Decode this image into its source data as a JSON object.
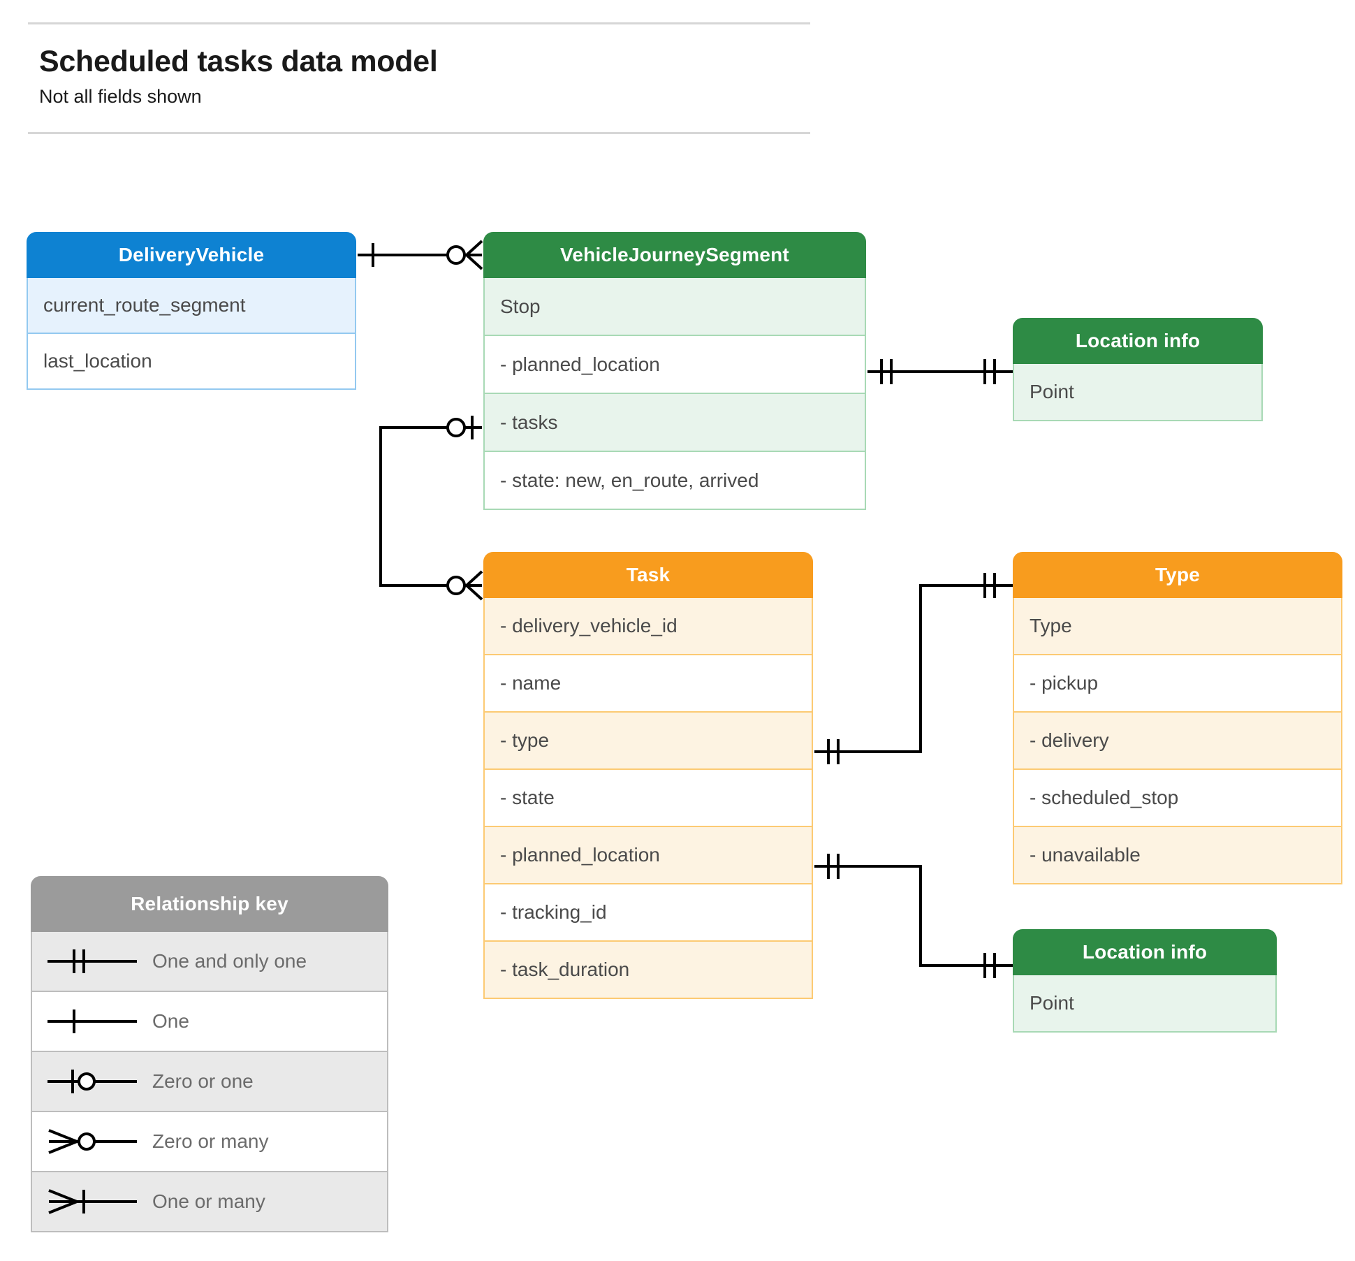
{
  "header": {
    "title": "Scheduled tasks data model",
    "subtitle": "Not all fields shown"
  },
  "colors": {
    "blue_header": "#0e82d2",
    "blue_row_alt": "#e6f2fd",
    "blue_border": "#93c9f0",
    "green_header": "#2e8b45",
    "green_row_alt": "#e8f4ec",
    "green_border": "#a8d9b5",
    "orange_header": "#f89c1e",
    "orange_row_alt": "#fdf3e2",
    "orange_border": "#fcca73",
    "grey_header": "#9b9b9b",
    "grey_row_alt": "#e9e9e9",
    "grey_border": "#bdbdbd",
    "connector": "#000000",
    "text_body": "#4a4a4a",
    "text_title": "#1a1a1a",
    "rule": "#d6d6d6"
  },
  "entities": {
    "delivery_vehicle": {
      "title": "DeliveryVehicle",
      "rows": [
        "current_route_segment",
        "last_location"
      ]
    },
    "vehicle_journey_segment": {
      "title": "VehicleJourneySegment",
      "rows": [
        "Stop",
        "-  planned_location",
        "- tasks",
        "- state: new, en_route, arrived"
      ]
    },
    "location_info_top": {
      "title": "Location info",
      "rows": [
        "Point"
      ]
    },
    "task": {
      "title": "Task",
      "rows": [
        "- delivery_vehicle_id",
        "- name",
        "- type",
        "- state",
        "- planned_location",
        "- tracking_id",
        "- task_duration"
      ]
    },
    "type": {
      "title": "Type",
      "rows": [
        "Type",
        "-  pickup",
        "-  delivery",
        "-  scheduled_stop",
        "-  unavailable"
      ]
    },
    "location_info_bottom": {
      "title": "Location info",
      "rows": [
        "Point"
      ]
    }
  },
  "legend": {
    "title": "Relationship key",
    "items": [
      {
        "symbol": "one-and-only-one",
        "label": "One and only one"
      },
      {
        "symbol": "one",
        "label": "One"
      },
      {
        "symbol": "zero-or-one",
        "label": "Zero or one"
      },
      {
        "symbol": "zero-or-many",
        "label": "Zero or many"
      },
      {
        "symbol": "one-or-many",
        "label": "One or many"
      }
    ]
  },
  "relationships": [
    {
      "name": "delivery-vehicle-to-vehicle-journey-segment",
      "from": "DeliveryVehicle",
      "from_cardinality": "one",
      "to": "VehicleJourneySegment",
      "to_cardinality": "zero-or-many"
    },
    {
      "name": "vehicle-journey-segment-planned-location-to-location-info",
      "from": "VehicleJourneySegment.planned_location",
      "from_cardinality": "one-and-only-one",
      "to": "Location info",
      "to_cardinality": "one-and-only-one"
    },
    {
      "name": "vehicle-journey-segment-tasks-to-task",
      "from": "VehicleJourneySegment.tasks",
      "from_cardinality": "zero-or-one",
      "to": "Task",
      "to_cardinality": "zero-or-many"
    },
    {
      "name": "task-type-to-type",
      "from": "Task.type",
      "from_cardinality": "one-and-only-one",
      "to": "Type",
      "to_cardinality": "one-and-only-one"
    },
    {
      "name": "task-planned-location-to-location-info",
      "from": "Task.planned_location",
      "from_cardinality": "one-and-only-one",
      "to": "Location info",
      "to_cardinality": "one-and-only-one"
    }
  ]
}
